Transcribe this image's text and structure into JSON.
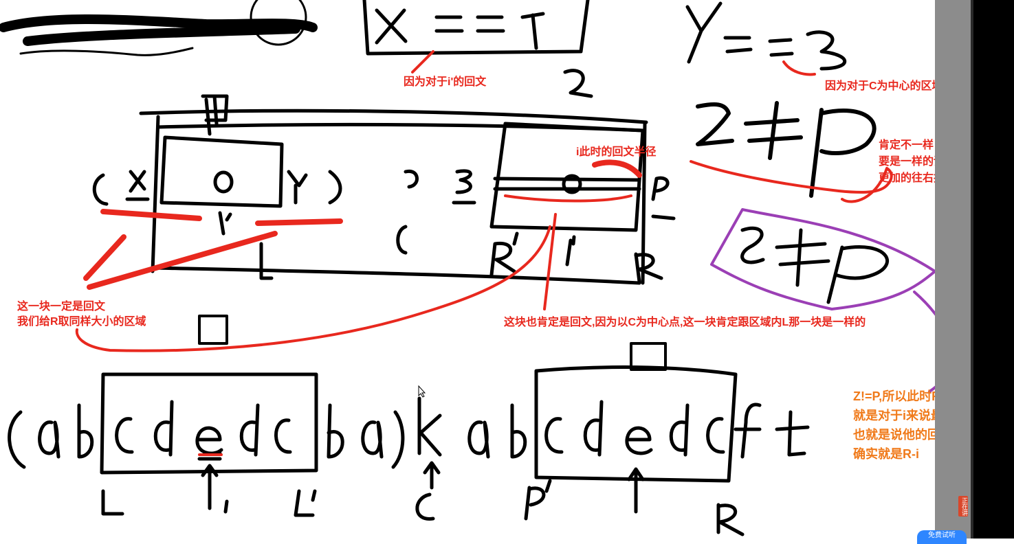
{
  "annotations": {
    "palindrome_i_prime": "因为对于i'的回文",
    "palindrome_center_c": "因为对于C为中心的区域的回文",
    "radius_label": "i此时的回文半径",
    "not_same_1": "肯定不一样",
    "not_same_2": "要是一样的话那么R应该",
    "not_same_3": "更加的往右扩才对",
    "block_palindrome_1": "这一块一定是回文",
    "block_palindrome_2": "我们给R取同样大小的区域",
    "also_palindrome": "这块也肯定是回文,因为以C为中心点,这一块肯定跟区域内L那一块是一样的",
    "conclusion_1": "Z!=P,所以此时R到R'区域",
    "conclusion_2": "就是对于i来说最大的回文",
    "conclusion_3": "也就是说他的回文半径",
    "conclusion_4": "确实就是R-i"
  },
  "side_panel": {
    "tag": "正在讲"
  },
  "floating_button": {
    "label": "免费试听"
  },
  "colors": {
    "annotation_red": "#e8281e",
    "annotation_orange": "#f07a1a",
    "ink": "#000000",
    "purple": "#9b3fb5"
  }
}
